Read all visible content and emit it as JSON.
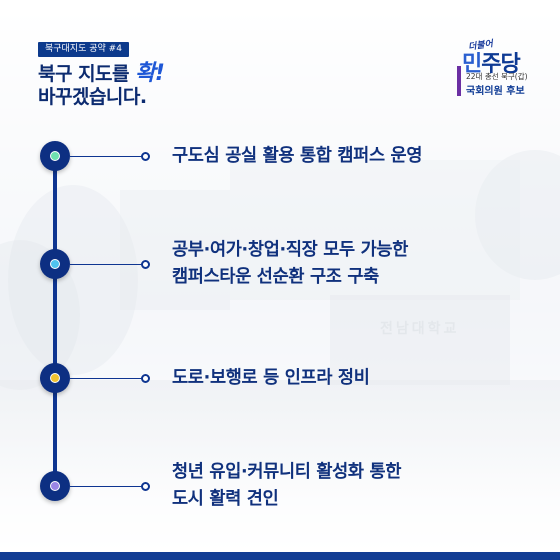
{
  "header": {
    "tag": "북구대지도 공약 #4",
    "headline_line1_pre": "북구 지도를",
    "headline_line1_emph": "확!",
    "headline_line2": "바꾸겠습니다."
  },
  "logo": {
    "script": "더불어",
    "brand_a": "민",
    "brand_b": "주당",
    "subtitle": "22대 총선 북구(갑)",
    "candidate": "국회의원 후보"
  },
  "background": {
    "carved_sign": "전남대학교"
  },
  "items": [
    {
      "lines": [
        "구도심 공실 활용 통합 캠퍼스 운영"
      ],
      "dot_color": "#6ee0b0"
    },
    {
      "lines": [
        "공부·여가·창업·직장 모두 가능한",
        "캠퍼스타운 선순환 구조 구축"
      ],
      "dot_color": "#4fc3f0"
    },
    {
      "lines": [
        "도로·보행로 등 인프라 정비"
      ],
      "dot_color": "#f2c230"
    },
    {
      "lines": [
        "청년 유입·커뮤니티 활성화 통한",
        "도시 활력 견인"
      ],
      "dot_color": "#9a86e6"
    }
  ]
}
